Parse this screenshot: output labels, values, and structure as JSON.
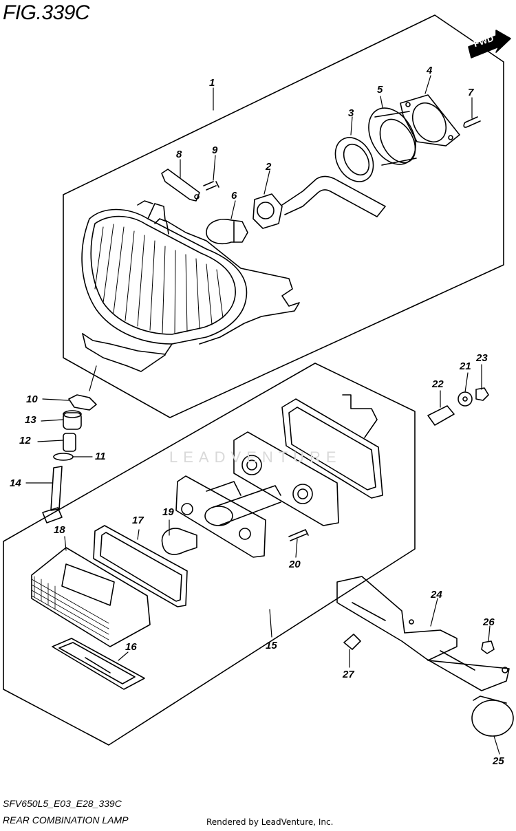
{
  "figure": {
    "title": "FIG.339C",
    "code": "SFV650L5_E03_E28_339C",
    "name": "REAR COMBINATION LAMP",
    "credit": "Rendered by LeadVenture, Inc.",
    "watermark": "LEADVENTURE",
    "direction_label": "FWD"
  },
  "callouts": {
    "c1": "1",
    "c2": "2",
    "c3": "3",
    "c4": "4",
    "c5": "5",
    "c6": "6",
    "c7": "7",
    "c8": "8",
    "c9": "9",
    "c10": "10",
    "c11": "11",
    "c12": "12",
    "c13": "13",
    "c14": "14",
    "c15": "15",
    "c16": "16",
    "c17": "17",
    "c18": "18",
    "c19": "19",
    "c20": "20",
    "c21": "21",
    "c22": "22",
    "c23": "23",
    "c24": "24",
    "c25": "25",
    "c26": "26",
    "c27": "27"
  },
  "colors": {
    "line": "#000000",
    "watermark": "#d9d9d9",
    "background": "#ffffff"
  }
}
